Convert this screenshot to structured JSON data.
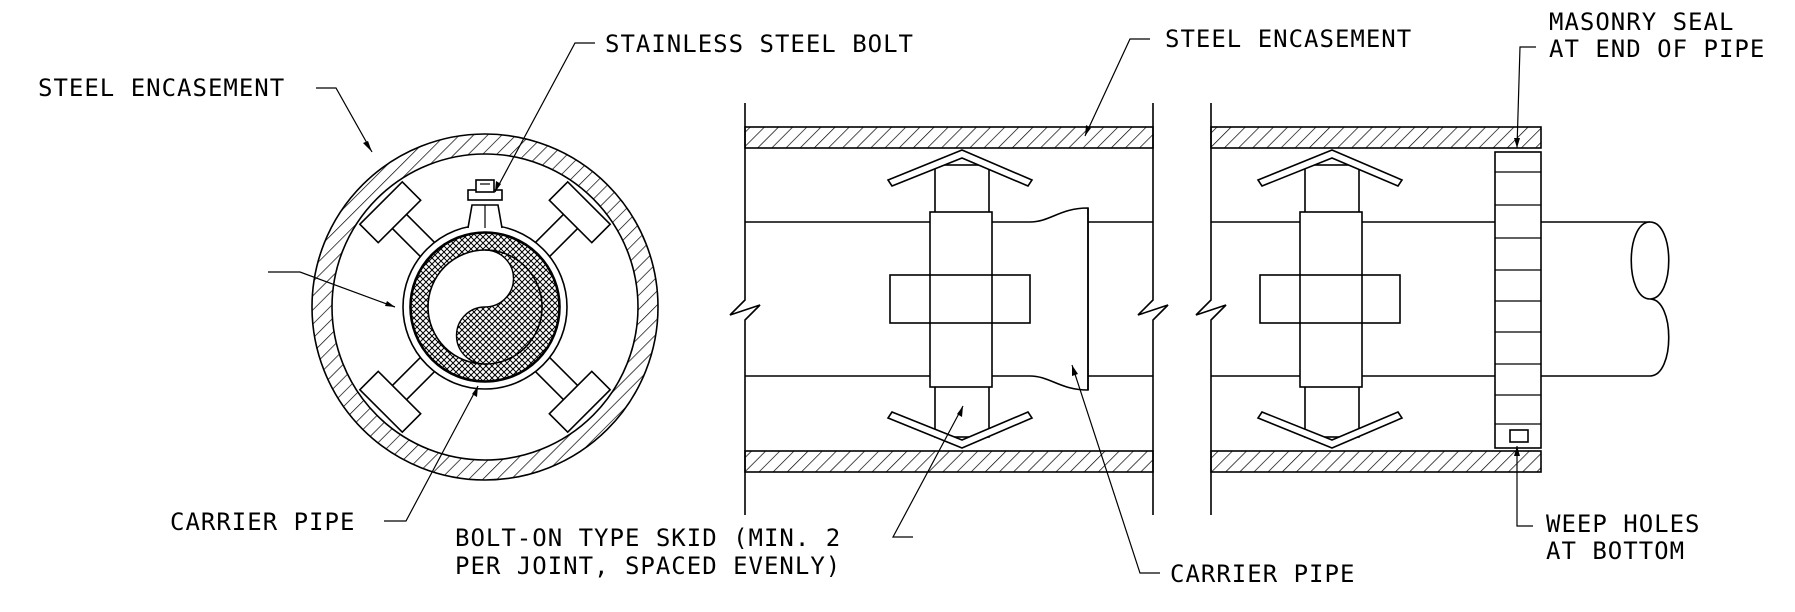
{
  "labels": {
    "steel_encasement_section": "STEEL ENCASEMENT",
    "stainless_steel_bolt": "STAINLESS STEEL BOLT",
    "carrier_pipe_section": "CARRIER PIPE",
    "bolt_on_skid_line1": "BOLT-ON TYPE SKID (MIN. 2",
    "bolt_on_skid_line2": "PER JOINT, SPACED EVENLY)",
    "steel_encasement_elevation": "STEEL ENCASEMENT",
    "masonry_seal_line1": "MASONRY SEAL",
    "masonry_seal_line2": "AT END OF PIPE",
    "carrier_pipe_elevation": "CARRIER PIPE",
    "weep_holes_line1": "WEEP HOLES",
    "weep_holes_line2": "AT BOTTOM"
  },
  "colors": {
    "ink": "#000000",
    "background": "#ffffff"
  }
}
